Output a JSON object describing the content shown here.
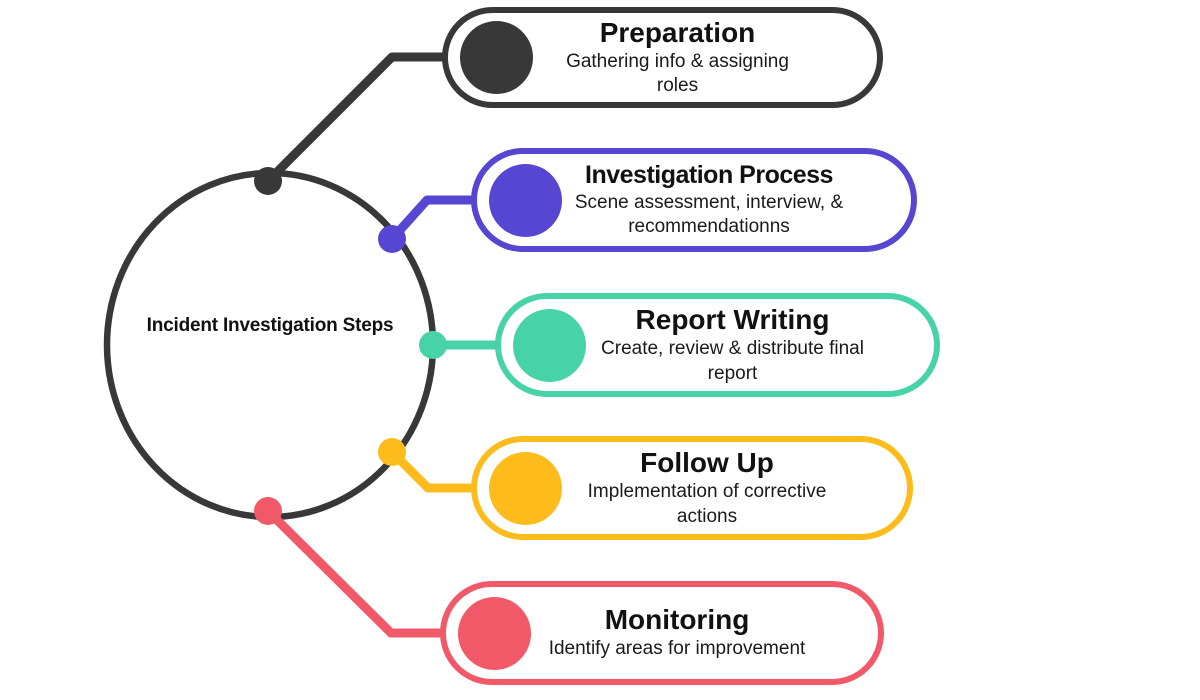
{
  "diagram": {
    "background": "#ffffff",
    "center": {
      "label": "Incident Investigation Steps",
      "color": "#383838"
    },
    "steps": [
      {
        "title": "Preparation",
        "subtitle": "Gathering info & assigning roles",
        "color": "#383838"
      },
      {
        "title": "Investigation Process",
        "subtitle": "Scene assessment, interview, & recommendationns",
        "color": "#5646d2"
      },
      {
        "title": "Report Writing",
        "subtitle": "Create, review & distribute final report",
        "color": "#47d3a7"
      },
      {
        "title": "Follow Up",
        "subtitle": "Implementation of corrective actions",
        "color": "#fdbc1b"
      },
      {
        "title": "Monitoring",
        "subtitle": "Identify areas for improvement",
        "color": "#f25968"
      }
    ]
  }
}
